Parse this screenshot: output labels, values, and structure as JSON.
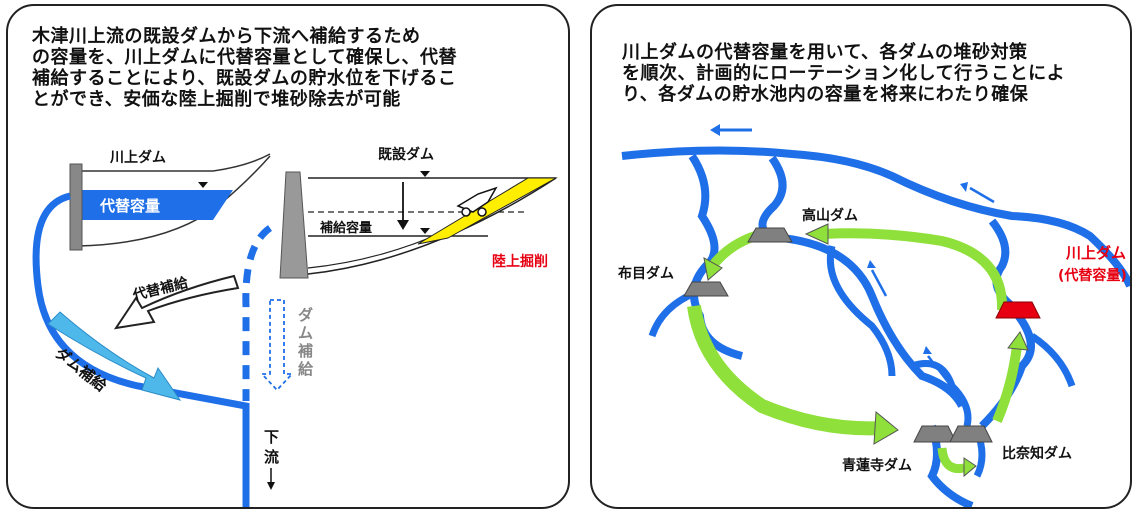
{
  "left_panel": {
    "caption": "木津川上流の既設ダムから下流へ補給するため\nの容量を、川上ダムに代替容量として確保し、代替\n補給することにより、既設ダムの貯水位を下げるこ\nとができ、安価な陸上掘削で堆砂除去が可能",
    "kawakami_dam": "川上ダム",
    "alt_capacity": "代替容量",
    "existing_dam": "既設ダム",
    "supply_capacity": "補給容量",
    "land_excavation": "陸上掘削",
    "alt_supply": "代替補給",
    "dam_supply": "ダム補給",
    "dam_supply_vertical": "ダム補給",
    "downstream": "下流↓"
  },
  "right_panel": {
    "caption": "川上ダムの代替容量を用いて、各ダムの堆砂対策\nを順次、計画的にローテーション化して行うことによ\nり、各ダムの貯水池内の容量を将来にわたり確保",
    "takayama": "高山ダム",
    "nunome": "布目ダム",
    "kawakami": "川上ダム",
    "kawakami_sub": "(代替容量)",
    "shorenji": "青蓮寺ダム",
    "hinachi": "比奈知ダム"
  },
  "colors": {
    "river": "#1f6fe8",
    "green_arrow": "#8fe03a",
    "dam_gray": "#808080",
    "dam_red": "#e60012",
    "yellow": "#ffee00",
    "cyan_arrow": "#4fb8ea",
    "red_text": "#e60012"
  }
}
